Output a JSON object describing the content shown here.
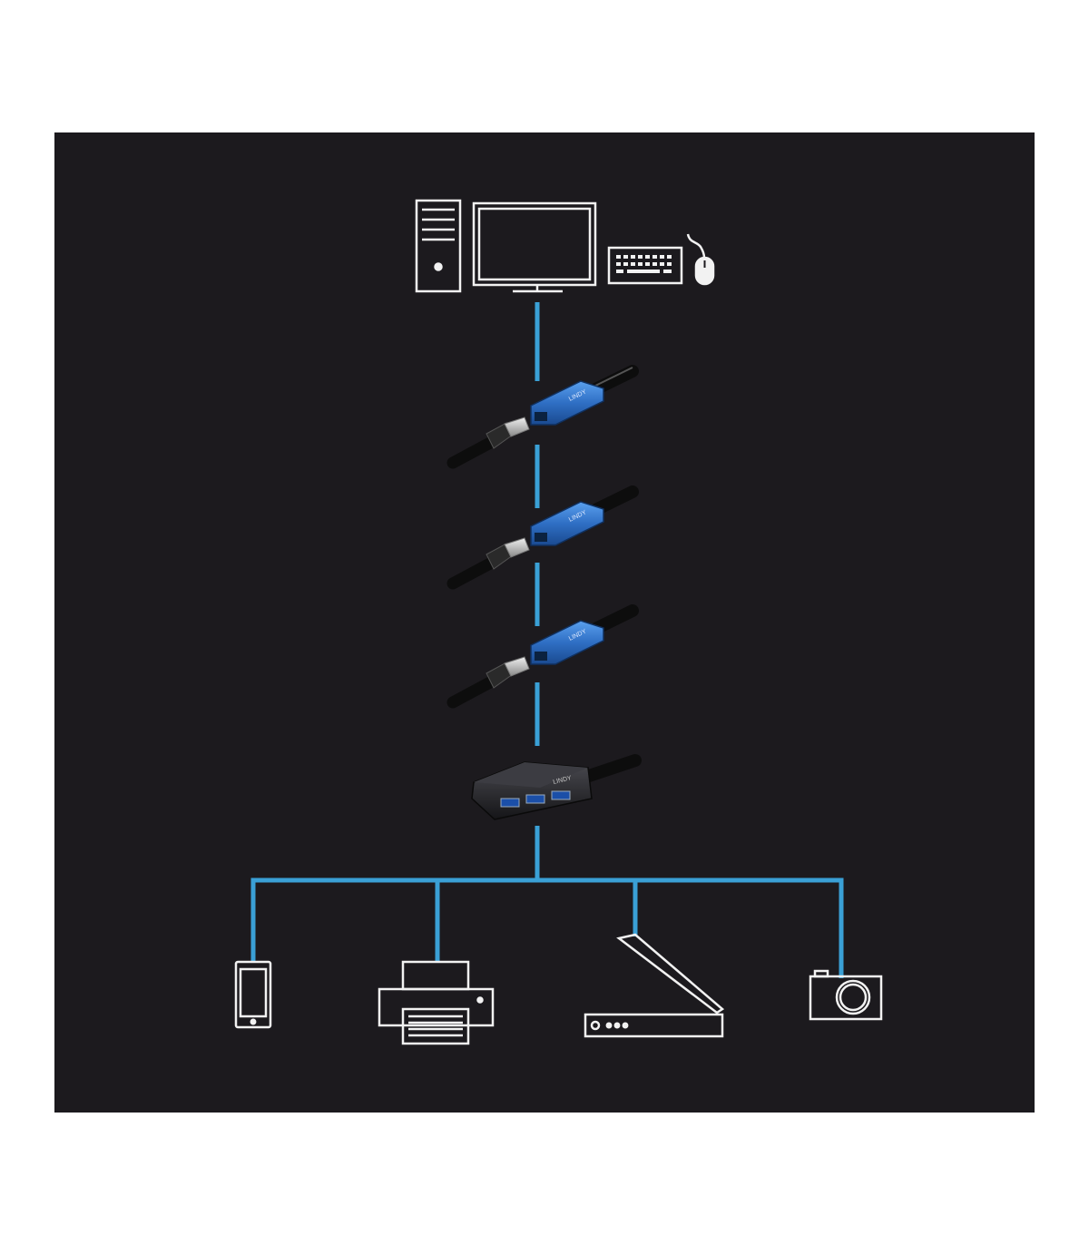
{
  "colors": {
    "page_background": "#ffffff",
    "panel_background": "#1c1a1e",
    "connector_line": "#3aa0d6",
    "icon_stroke": "#f2f2f2",
    "extension_connector_blue": "#2f6fc4",
    "usb_plug_black": "#2a2a2a",
    "hub_body": "#2b2b2e"
  },
  "diagram": {
    "top_devices": [
      "computer-tower-icon",
      "monitor-icon",
      "keyboard-icon",
      "mouse-icon"
    ],
    "extension_cable_count": 3,
    "hub": {
      "icon": "usb-hub-icon",
      "ports": 3,
      "brand_text": "LINDY"
    },
    "extension_brand_text": "LINDY",
    "peripherals": [
      "smartphone-icon",
      "printer-icon",
      "flatbed-scanner-icon",
      "camera-icon"
    ]
  }
}
